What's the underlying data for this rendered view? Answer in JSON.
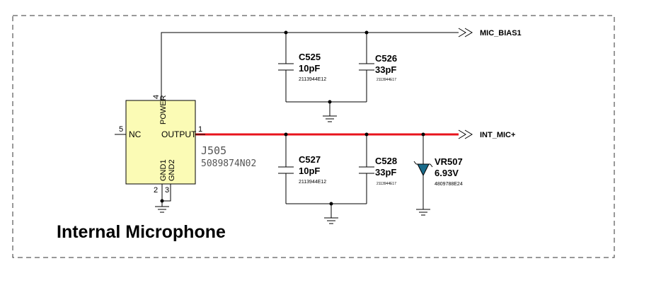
{
  "title": "Internal Microphone",
  "nets": {
    "mic_bias": "MIC_BIAS1",
    "int_mic": "INT_MIC+"
  },
  "connector": {
    "ref": "J505",
    "part": "5089874N02",
    "pins": {
      "nc": "NC",
      "output": "OUTPUT",
      "power": "POWER",
      "gnd1": "GND1",
      "gnd2": "GND2"
    },
    "pin_numbers": {
      "nc": "5",
      "output": "1",
      "power": "4",
      "gnd1": "2",
      "gnd2": "3"
    }
  },
  "capacitors": [
    {
      "ref": "C525",
      "value": "10pF",
      "part": "2113944E12"
    },
    {
      "ref": "C526",
      "value": "33pF",
      "part": "2113944E17"
    },
    {
      "ref": "C527",
      "value": "10pF",
      "part": "2113944E12"
    },
    {
      "ref": "C528",
      "value": "33pF",
      "part": "2113944E17"
    }
  ],
  "diode": {
    "ref": "VR507",
    "value": "6.93V",
    "part": "4809788E24"
  },
  "colors": {
    "highlight_net": "#e8141c",
    "connector_fill": "#fbfbb5",
    "wire": "#000000"
  }
}
